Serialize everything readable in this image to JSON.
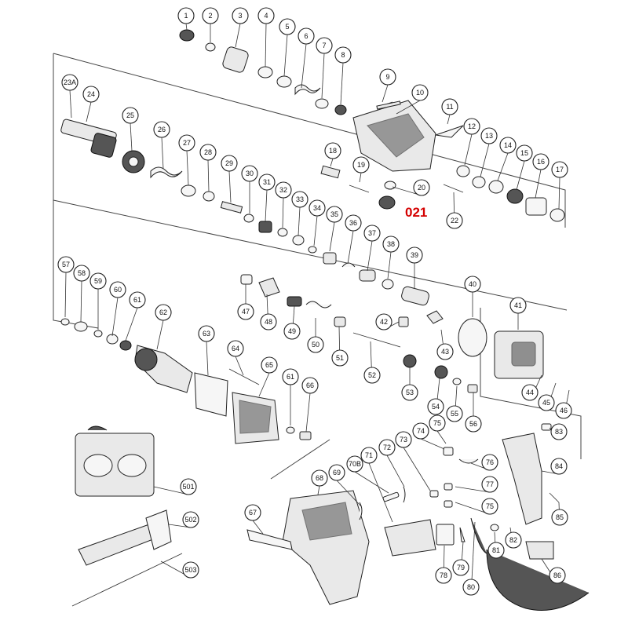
{
  "accent_color": "#d40000",
  "highlight_label": "021",
  "labels": [
    "1",
    "2",
    "3",
    "4",
    "5",
    "6",
    "7",
    "8",
    "9",
    "10",
    "11",
    "12",
    "13",
    "14",
    "15",
    "16",
    "17",
    "18",
    "19",
    "20",
    "22",
    "23A",
    "24",
    "25",
    "26",
    "27",
    "28",
    "29",
    "30",
    "31",
    "32",
    "33",
    "34",
    "35",
    "36",
    "37",
    "38",
    "39",
    "40",
    "41",
    "42",
    "43",
    "44",
    "45",
    "46",
    "47",
    "48",
    "49",
    "50",
    "51",
    "52",
    "53",
    "54",
    "55",
    "56",
    "57",
    "58",
    "59",
    "60",
    "61",
    "62",
    "63",
    "64",
    "65",
    "61",
    "66",
    "67",
    "68",
    "69",
    "70B",
    "71",
    "72",
    "73",
    "74",
    "75",
    "76",
    "77",
    "75",
    "78",
    "79",
    "80",
    "81",
    "82",
    "83",
    "84",
    "85",
    "86",
    "501",
    "502",
    "503"
  ]
}
